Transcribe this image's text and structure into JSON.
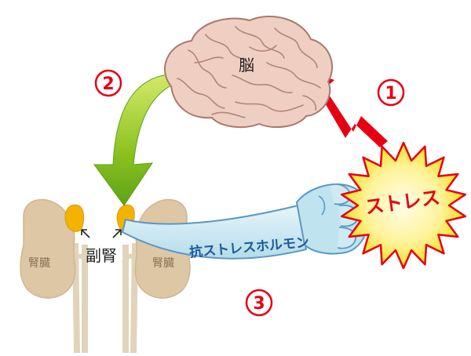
{
  "labels": {
    "brain": "脳",
    "stress": "ストレス",
    "adrenal": "副腎",
    "kidney_left": "腎臓",
    "kidney_right": "腎臓",
    "hormone": "抗ストレスホルモン"
  },
  "steps": [
    {
      "number": "1"
    },
    {
      "number": "2"
    },
    {
      "number": "3"
    }
  ],
  "colors": {
    "step_circle": "#e60012",
    "brain_fill": "#efcfc2",
    "brain_line": "#a77a6e",
    "stress_center": "#fff9c4",
    "stress_edge": "#f5d800",
    "stress_outline": "#e60012",
    "stress_text": "#e60012",
    "lightning": "#e60012",
    "green_arrow": "#7bbd1e",
    "kidney_fill": "#dfcbab",
    "adrenal_fill": "#f3b300",
    "hormone_band": "#bfe4ef",
    "hormone_outline": "#5a98c4",
    "hormone_text": "#1a5a9c"
  }
}
